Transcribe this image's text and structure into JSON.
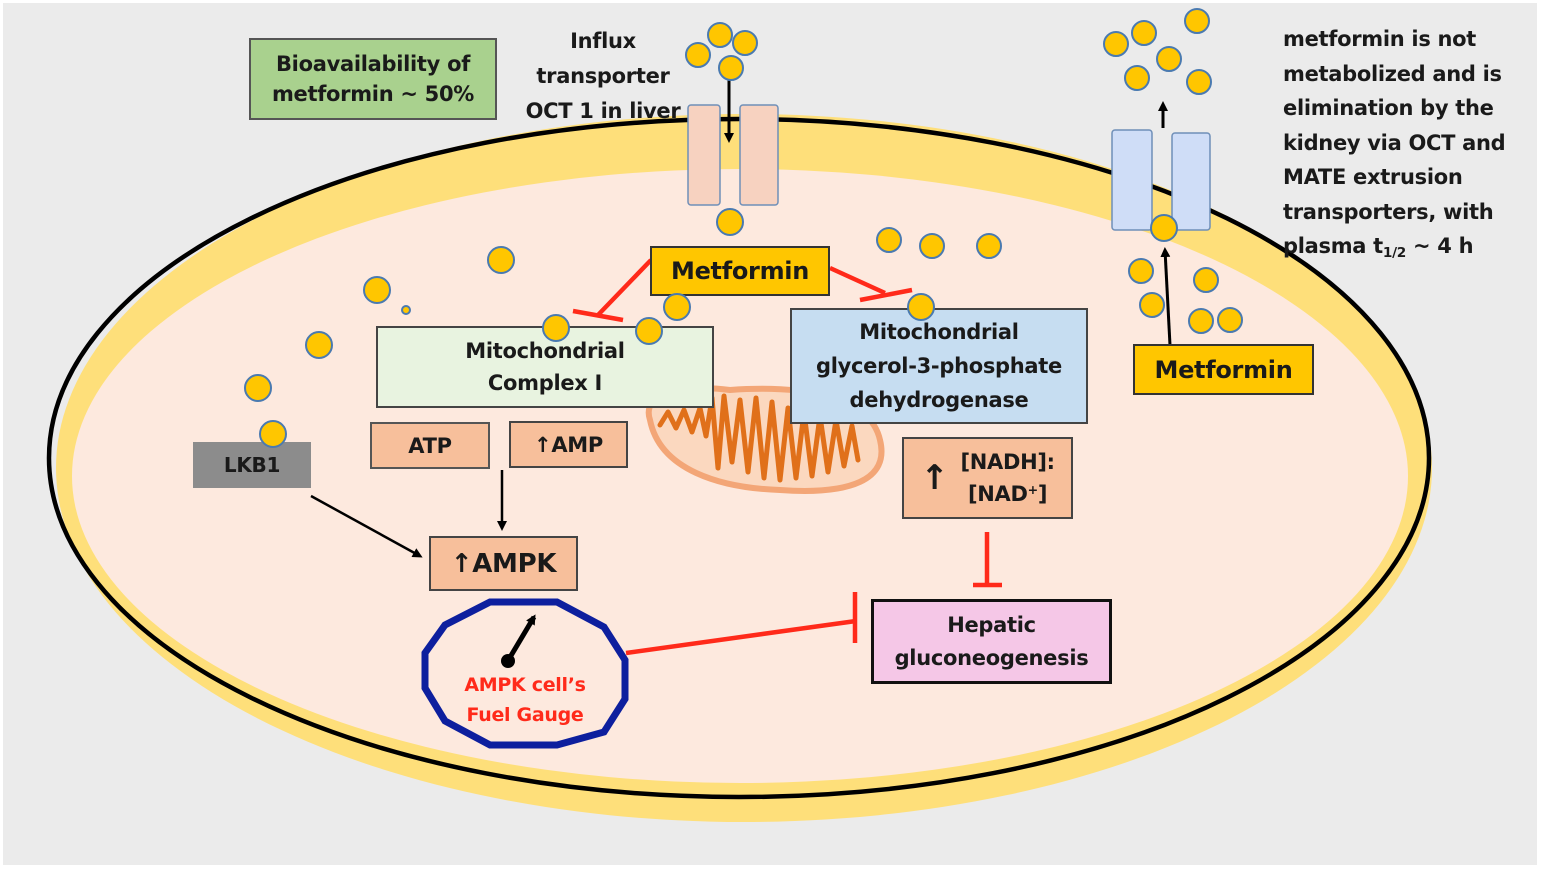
{
  "colors": {
    "background": "#ebebeb",
    "cell_interior": "#fde9de",
    "membrane_band": "#fedf7a",
    "membrane_outline": "#000000",
    "drug_molecule": "#ffc600",
    "drug_molecule_outline": "#4a7ab0",
    "metformin_box": "#ffc600",
    "bioavailability_box": "#a9d18e",
    "complex1_box": "#e8f3e0",
    "g3pdh_box": "#c6ddf1",
    "energy_boxes": "#f7bf9b",
    "lkb1_box": "#8c8c8c",
    "hepatic_box": "#f5c7e7",
    "gauge_outline": "#0d1f9e",
    "gauge_text": "#ff2a1a",
    "inhibition": "#ff2a1a",
    "influx_transporter": "#f7d2c0",
    "efflux_transporter": "#cfddf7",
    "mitochondrion": "#e0701a"
  },
  "labels": {
    "bioavailability": [
      "Bioavailability of",
      "metformin ~ 50%"
    ],
    "influx_transporter": [
      "Influx",
      "transporter",
      "OCT 1 in liver"
    ],
    "elimination_note": {
      "lines": [
        "metformin is not",
        "metabolized and is",
        "elimination by the",
        "kidney via OCT and",
        "MATE extrusion",
        "transporters, with"
      ],
      "last_line_prefix": "plasma t",
      "last_line_subscript": "1/2",
      "last_line_suffix": " ~ 4 h"
    },
    "metformin_center": "Metformin",
    "metformin_right": "Metformin",
    "complex1": [
      "Mitochondrial",
      "Complex I"
    ],
    "g3pdh": [
      "Mitochondrial",
      "glycerol-3-phosphate",
      "dehydrogenase"
    ],
    "atp": "ATP",
    "amp": "↑AMP",
    "ampk": "↑AMPK",
    "lkb1": "LKB1",
    "nadh_arrow": "↑",
    "nadh_line1": "[NADH]:",
    "nadh_line2_prefix": "[NAD",
    "nadh_line2_sup": "+",
    "nadh_line2_suffix": "]",
    "gauge": [
      "AMPK cell’s",
      "Fuel Gauge"
    ],
    "hepatic": [
      "Hepatic",
      "gluconeogenesis"
    ]
  },
  "relations": [
    {
      "from": "Metformin",
      "to": "Mitochondrial Complex I",
      "type": "inhibits"
    },
    {
      "from": "Metformin",
      "to": "Mitochondrial glycerol-3-phosphate dehydrogenase",
      "type": "inhibits"
    },
    {
      "from": "↑AMP",
      "to": "↑AMPK",
      "type": "activates"
    },
    {
      "from": "LKB1",
      "to": "↑AMPK",
      "type": "activates"
    },
    {
      "from": "[NADH]:[NAD+]",
      "to": "Hepatic gluconeogenesis",
      "type": "inhibits"
    },
    {
      "from": "AMPK cell’s Fuel Gauge",
      "to": "Hepatic gluconeogenesis",
      "type": "inhibits"
    },
    {
      "from": "extracellular metformin",
      "to": "cell via OCT 1",
      "type": "influx"
    },
    {
      "from": "Metformin (cell)",
      "to": "extracellular via OCT/MATE",
      "type": "efflux"
    }
  ]
}
